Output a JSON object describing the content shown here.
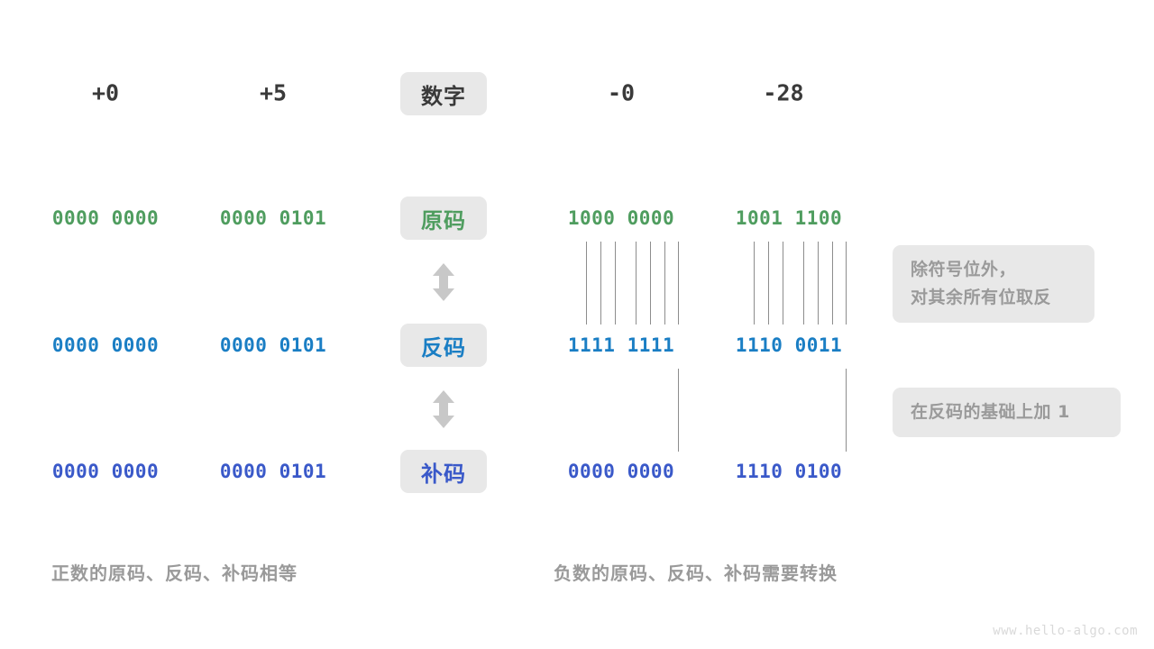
{
  "meta": {
    "watermark": "www.hello-algo.com"
  },
  "colors": {
    "green": "#4f9d5f",
    "blue": "#1a7ec4",
    "indigo": "#3a59c9",
    "chip_bg": "#e8e8e8",
    "note_text": "#9a9a9a",
    "connector": "#8d8d8d",
    "arrow": "#c8c8c8",
    "header_text": "#3a3a3a",
    "background": "#ffffff"
  },
  "row_labels": [
    {
      "id": "number",
      "text": "数字",
      "tone": "dark"
    },
    {
      "id": "sign-magnitude",
      "text": "原码",
      "tone": "green"
    },
    {
      "id": "ones-complement",
      "text": "反码",
      "tone": "blue"
    },
    {
      "id": "twos-complement",
      "text": "补码",
      "tone": "indigo"
    }
  ],
  "columns": {
    "left": [
      {
        "id": "plus-zero",
        "header": "+0"
      },
      {
        "id": "plus-five",
        "header": "+5"
      }
    ],
    "right": [
      {
        "id": "minus-zero",
        "header": "-0"
      },
      {
        "id": "minus-twentyeight",
        "header": "-28"
      }
    ]
  },
  "values": {
    "sign_magnitude": {
      "plus_zero": "0000 0000",
      "plus_five": "0000 0101",
      "minus_zero": "1000 0000",
      "minus_twentyeight": "1001 1100"
    },
    "ones_complement": {
      "plus_zero": "0000 0000",
      "plus_five": "0000 0101",
      "minus_zero": "1111 1111",
      "minus_twentyeight": "1110 0011"
    },
    "twos_complement": {
      "plus_zero": "0000 0000",
      "plus_five": "0000 0101",
      "minus_zero": "0000 0000",
      "minus_twentyeight": "1110 0100"
    }
  },
  "notes": {
    "invert": {
      "line1": "除符号位外，",
      "line2": "对其余所有位取反"
    },
    "add_one": "在反码的基础上加 1"
  },
  "captions": {
    "left": "正数的原码、反码、补码相等",
    "right": "负数的原码、反码、补码需要转换"
  }
}
